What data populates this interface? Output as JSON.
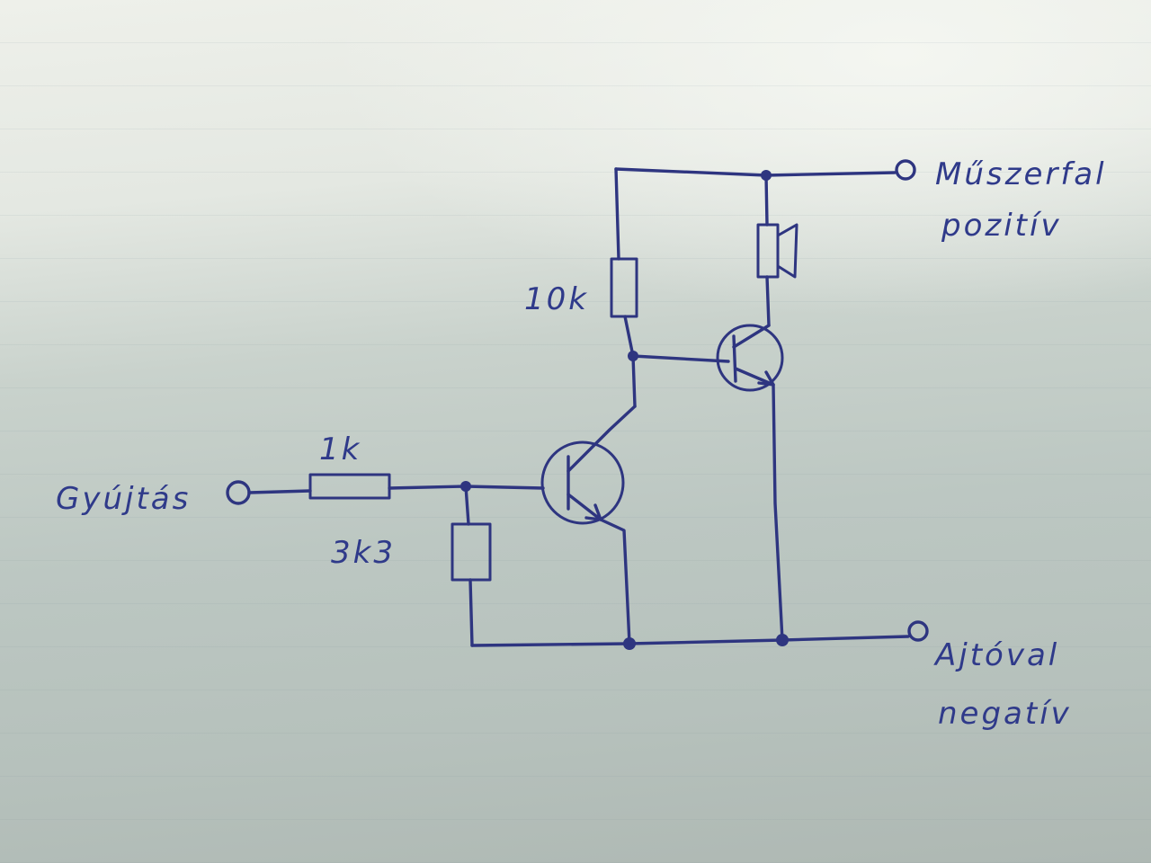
{
  "diagram": {
    "nodes": [
      {
        "id": "input-terminal",
        "label": "Gyújtás",
        "type": "terminal"
      },
      {
        "id": "r1",
        "label": "1k",
        "type": "resistor"
      },
      {
        "id": "r2",
        "label": "3k3",
        "type": "resistor"
      },
      {
        "id": "r3",
        "label": "10k",
        "type": "resistor"
      },
      {
        "id": "q1",
        "label": "",
        "type": "npn-transistor"
      },
      {
        "id": "q2",
        "label": "",
        "type": "npn-transistor"
      },
      {
        "id": "buzzer",
        "label": "",
        "type": "speaker"
      },
      {
        "id": "positive-terminal",
        "label": "Műszerfal pozitív",
        "type": "terminal"
      },
      {
        "id": "negative-terminal",
        "label": "Ajtóval negatív",
        "type": "terminal"
      }
    ],
    "edges": [
      {
        "from": "input-terminal",
        "to": "r1"
      },
      {
        "from": "r1",
        "to": "q1"
      },
      {
        "from": "r1",
        "to": "r2"
      },
      {
        "from": "r2",
        "to": "negative-terminal"
      },
      {
        "from": "q1",
        "to": "negative-terminal"
      },
      {
        "from": "q1",
        "to": "r3"
      },
      {
        "from": "r3",
        "to": "positive-terminal"
      },
      {
        "from": "r3",
        "to": "q2"
      },
      {
        "from": "q2",
        "to": "buzzer"
      },
      {
        "from": "buzzer",
        "to": "positive-terminal"
      },
      {
        "from": "q2",
        "to": "negative-terminal"
      }
    ]
  },
  "labels": {
    "input": "Gyújtás",
    "r1": "1k",
    "r2": "3k3",
    "r3": "10k",
    "positive_line1": "Műszerfal",
    "positive_line2": "pozitív",
    "negative_line1": "Ajtóval",
    "negative_line2": "negatív"
  },
  "colors": {
    "ink": "#2e3580",
    "paper": "#dfe4de"
  }
}
